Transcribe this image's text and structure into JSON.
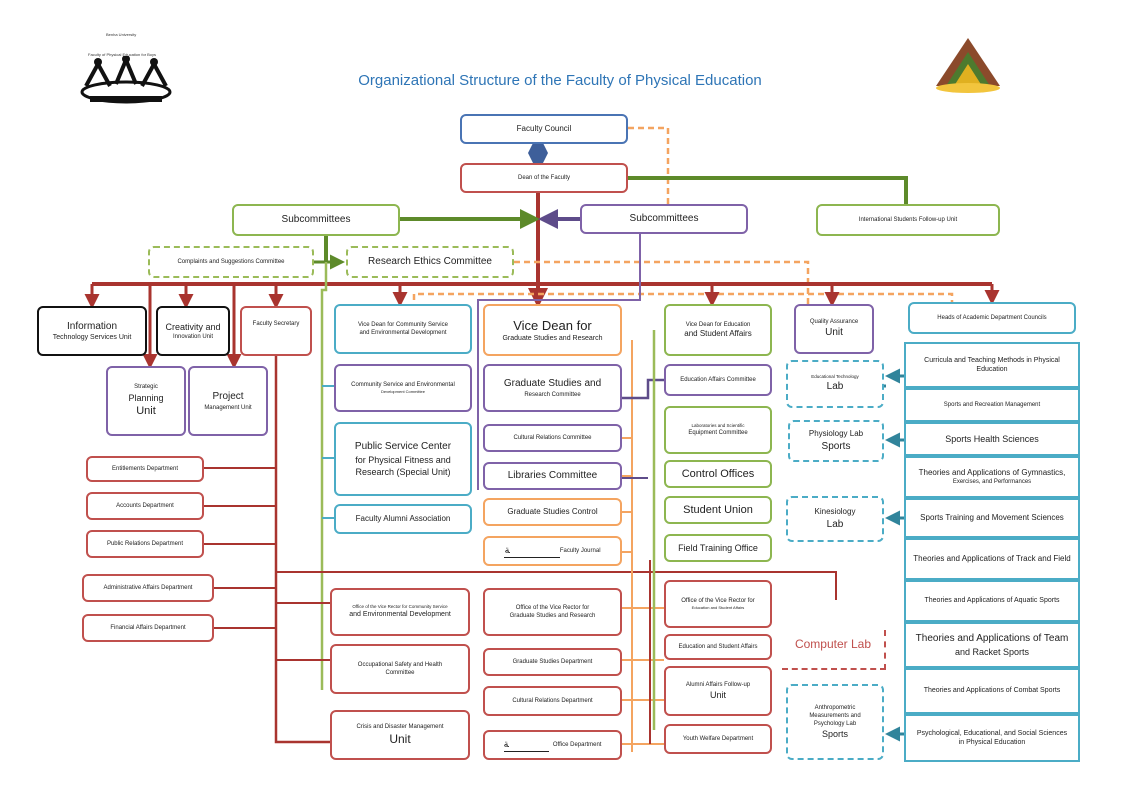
{
  "header": {
    "title": "Organizational Structure of the Faculty of Physical Education",
    "logo_left_line1": "Benha University",
    "logo_left_line2": "Faculty of Physical Education for Boys"
  },
  "top": {
    "council": "Faculty Council",
    "dean": "Dean of the Faculty",
    "subcommittees_left": "Subcommittees",
    "subcommittees_right": "Subcommittees",
    "international": "International Students Follow-up Unit",
    "complaints": "Complaints and Suggestions Committee",
    "ethics": "Research Ethics Committee"
  },
  "left_units": {
    "info_1": "Information",
    "info_2": "Technology Services Unit",
    "creativity_1": "Creativity and",
    "creativity_2": "Innovation Unit",
    "secretary": "Faculty Secretary",
    "strategic_1": "Strategic",
    "strategic_2": "Planning",
    "strategic_3": "Unit",
    "project_1": "Project",
    "project_2": "Management Unit"
  },
  "admin_depts": [
    "Entitlements Department",
    "Accounts Department",
    "Public Relations Department",
    "Administrative Affairs Department",
    "Financial Affairs Department"
  ],
  "community": {
    "vd_1": "Vice Dean for Community Service",
    "vd_2": "and Environmental Development",
    "cse_1": "Community Service and Environmental",
    "cse_2": "Development Committee",
    "psc_1": "Public Service Center",
    "psc_2": "for Physical Fitness and",
    "psc_3": "Research (Special Unit)",
    "alumni": "Faculty Alumni Association",
    "office_1": "Office of the Vice Rector for Community Service",
    "office_2": "and  Environmental Development",
    "safety_1": "Occupational Safety and Health",
    "safety_2": "Committee",
    "crisis_1": "Crisis and Disaster Management",
    "crisis_2": "Unit"
  },
  "graduate": {
    "vd_1": "Vice Dean for",
    "vd_2": "Graduate Studies and Research",
    "gsr_1": "Graduate Studies and",
    "gsr_2": "Research Committee",
    "cultural": "Cultural Relations Committee",
    "libraries": "Libraries Committee",
    "control": "Graduate Studies Control",
    "journal_mark": "ﺔ",
    "journal": "Faculty Journal",
    "office_1": "Office of the Vice Rector for",
    "office_2": "Graduate Studies and Research",
    "gs_dept": "Graduate Studies Department",
    "cr_dept": "Cultural Relations Department",
    "office_dept_mark": "ﺔ",
    "office_dept": "Office Department"
  },
  "education": {
    "vd_1": "Vice Dean for Education",
    "vd_2": "and Student Affairs",
    "edu_affairs": "Education Affairs Committee",
    "labs_1": "Laboratories and Scientific",
    "labs_2": "Equipment Committee",
    "control": "Control Offices",
    "union": "Student Union",
    "field": "Field Training Office",
    "office_1": "Office of the Vice Rector for",
    "office_2": "Education and Student Affairs",
    "edu_student": "Education and Student Affairs",
    "alumni_1": "Alumni Affairs Follow-up",
    "alumni_2": "Unit",
    "youth": "Youth Welfare Department"
  },
  "quality": {
    "line1": "Quality Assurance",
    "line2": "Unit"
  },
  "labs": {
    "edtech_1": "Educational Technology",
    "edtech_2": "Lab",
    "physio_1": "Physiology Lab",
    "physio_2": "Sports",
    "kines_1": "Kinesiology",
    "kines_2": "Lab",
    "computer": "Computer Lab",
    "anthro_1": "Anthropometric",
    "anthro_2": "Measurements and",
    "anthro_3": "Psychology Lab",
    "anthro_4": "Sports"
  },
  "departments": {
    "heads": "Heads of Academic Department Councils",
    "items": [
      [
        "Curricula and Teaching Methods in Physical",
        "Education"
      ],
      [
        "Sports and Recreation Management"
      ],
      [
        "Sports Health Sciences"
      ],
      [
        "Theories and Applications of Gymnastics,",
        "Exercises, and Performances"
      ],
      [
        "Sports Training and Movement Sciences"
      ],
      [
        "Theories and Applications of Track and Field"
      ],
      [
        "Theories and Applications of Aquatic Sports"
      ],
      [
        "Theories and Applications of Team",
        "and Racket Sports"
      ],
      [
        "Theories and Applications of Combat Sports"
      ],
      [
        "Psychological, Educational, and Social Sciences",
        "in Physical Education"
      ]
    ]
  },
  "colors": {
    "blue": "#4a74b4",
    "red": "#c0504d",
    "darkred": "#a9342f",
    "green": "#8db650",
    "darkgreen": "#5d8a2a",
    "purple": "#7f62a8",
    "orange": "#f4a460",
    "teal": "#4bacc6",
    "title": "#2e75b6"
  }
}
